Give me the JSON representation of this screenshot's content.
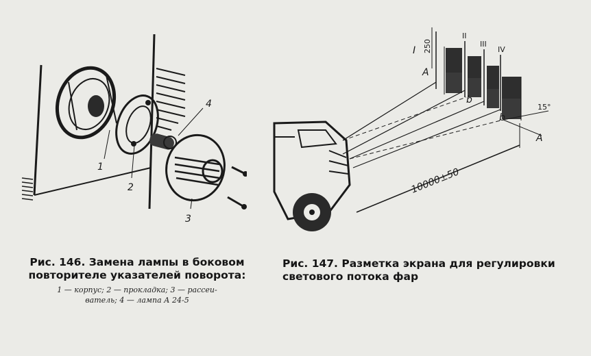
{
  "figure146": {
    "caption_title": "Рис. 146. Замена лампы в боковом повторителе указателей поворота:",
    "legend_line1": "1 — корпус; 2 — прокладка; 3 — рассеи-",
    "legend_line2": "ватель; 4 — лампа А 24-5",
    "labels": [
      "1",
      "2",
      "3",
      "4"
    ]
  },
  "figure147": {
    "caption_title": "Рис. 147. Разметка экрана для регулировки светового потока фар",
    "dimension_distance": "10000±50",
    "dimension_height": "250",
    "angle": "15°",
    "roman_labels": [
      "I",
      "II",
      "III",
      "IV"
    ],
    "point_a": "A",
    "point_b": "b"
  }
}
